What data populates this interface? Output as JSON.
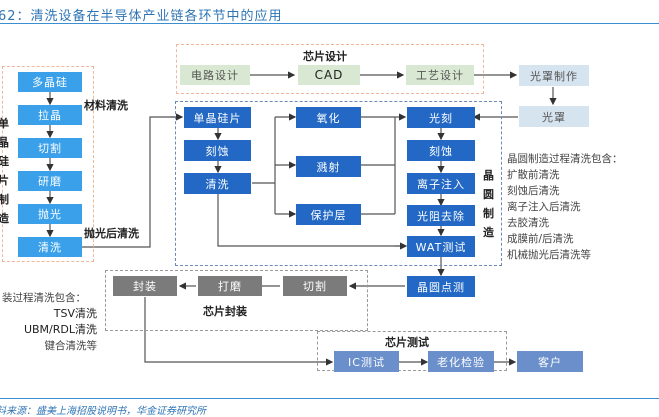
{
  "figure": {
    "title": "62：清洗设备在半导体产业链各环节中的应用",
    "source": "料来源：盛美上海招股说明书，华金证券研究所"
  },
  "silicon_wafer_manufacturing": {
    "label": "单晶硅片制造",
    "steps": [
      "多晶硅",
      "拉晶",
      "切割",
      "研磨",
      "抛光",
      "清洗"
    ],
    "annotation_material_cleaning": "材料清洗",
    "annotation_post_polish_cleaning": "抛光后清洗"
  },
  "chip_design": {
    "label": "芯片设计",
    "steps": [
      "电路设计",
      "CAD",
      "工艺设计"
    ],
    "mask_steps": [
      "光罩制作",
      "光罩"
    ]
  },
  "wafer_manufacturing": {
    "label": "晶圆制造",
    "left_column": [
      "单晶硅片",
      "刻蚀",
      "清洗"
    ],
    "middle_column": [
      "氧化",
      "溅射",
      "保护层"
    ],
    "right_column": [
      "光刻",
      "刻蚀",
      "离子注入",
      "光阻去除",
      "WAT测试"
    ],
    "probe_step": "晶圆点测",
    "cleaning_note": {
      "heading": "晶圆制造过程清洗包含：",
      "items": [
        "扩散前清洗",
        "刻蚀后清洗",
        "离子注入后清洗",
        "去胶清洗",
        "成膜前/后清洗",
        "机械抛光后清洗等"
      ]
    }
  },
  "chip_packaging": {
    "label": "芯片封装",
    "steps": [
      "切割",
      "打磨",
      "封装"
    ],
    "cleaning_note": {
      "heading": "装过程清洗包含：",
      "items": [
        "TSV清洗",
        "UBM/RDL清洗",
        "键合清洗等"
      ]
    }
  },
  "chip_testing": {
    "label": "芯片测试",
    "steps": [
      "IC测试",
      "老化检验"
    ],
    "customer": "客户"
  },
  "colors": {
    "title_blue": "#2e74b5",
    "light_blue_box": "#3aa0ea",
    "dark_blue_box": "#2268c4",
    "design_green_box": "#d8e8d2",
    "mask_box": "#d6e4f0",
    "packaging_gray_box": "#7b7b7b",
    "testing_blue_box": "#6a8fcb"
  }
}
